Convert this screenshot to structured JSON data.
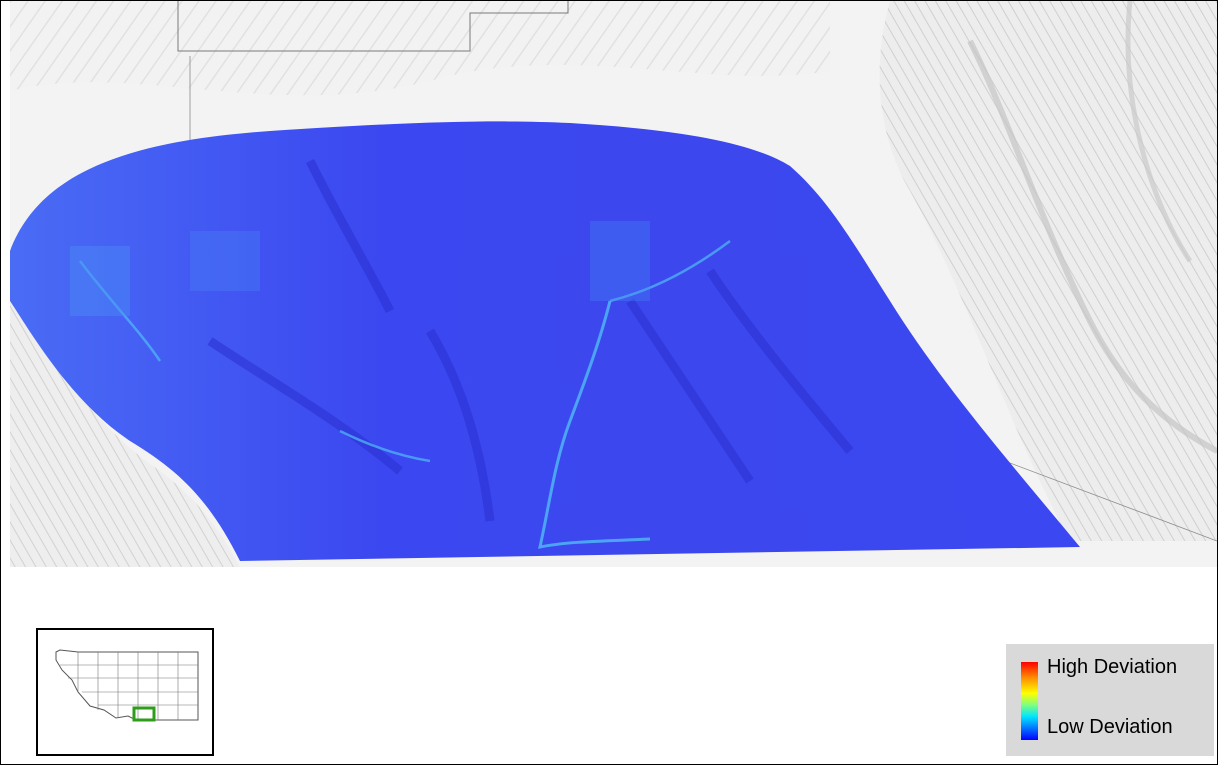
{
  "map": {
    "basemap": "hillshade-terrain",
    "raster_layer": "deviation-surface",
    "colors": {
      "hillshade_light": "#f4f4f4",
      "hillshade_shadow": "#bdbdbd",
      "raster_base": "#3b47f0",
      "raster_dark": "#2a2fd0",
      "raster_light": "#4fb6f5",
      "boundary": "#7a7a7a"
    }
  },
  "inset": {
    "region": "Montana",
    "highlight_color": "#2e9e1a"
  },
  "legend": {
    "high_label": "High Deviation",
    "low_label": "Low Deviation",
    "ramp_colors": [
      "#ff0000",
      "#ff8c00",
      "#ffff00",
      "#7fff7f",
      "#00e5ff",
      "#0000ff"
    ]
  }
}
